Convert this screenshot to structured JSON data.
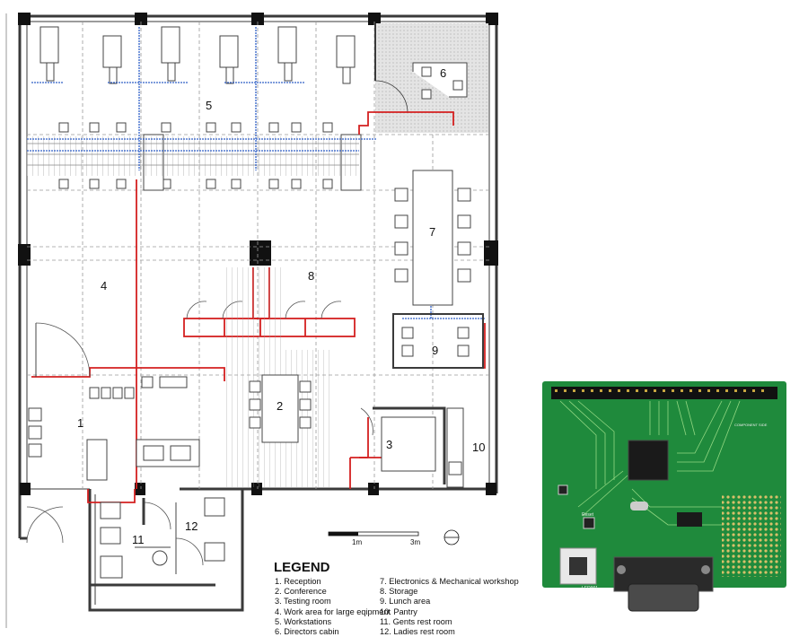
{
  "floorplan": {
    "room_numbers": [
      "1",
      "2",
      "3",
      "4",
      "5",
      "6",
      "7",
      "8",
      "9",
      "10",
      "11",
      "12"
    ],
    "scale_bar": {
      "mid_label": "1m",
      "end_label": "3m"
    }
  },
  "legend": {
    "title": "LEGEND",
    "items": [
      "1. Reception",
      "2. Conference",
      "3. Testing room",
      "4. Work area for large eqipment",
      "5. Workstations",
      "6. Directors cabin",
      "7. Electronics & Mechanical workshop",
      "8. Storage",
      "9. Lunch area",
      "10. Pantry",
      "11. Gents rest room",
      "12. Ladies rest room"
    ]
  },
  "pcb": {
    "label_reset": "Reset",
    "label_component_side": "COMPONENT SIDE",
    "label_led": "LED901",
    "colors": {
      "board": "#1f8a3c",
      "trace": "#9fe08a",
      "header": "#111111"
    }
  },
  "colors": {
    "wall": "#3a3a3a",
    "duct_red": "#d42020",
    "duct_blue": "#3060c8",
    "grid": "#9a9a9a"
  }
}
